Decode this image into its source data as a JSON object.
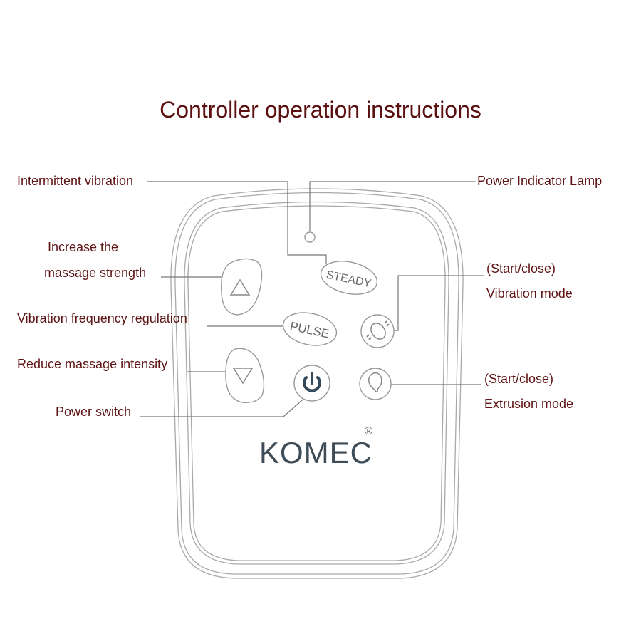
{
  "title": "Controller operation instructions",
  "labels": {
    "intermittent_vibration": "Intermittent vibration",
    "power_indicator_lamp": "Power Indicator Lamp",
    "increase_line1": "Increase the",
    "increase_line2": "massage strength",
    "vibration_frequency": "Vibration frequency regulation",
    "reduce_intensity": "Reduce massage intensity",
    "power_switch": "Power switch",
    "vibration_start_close": "(Start/close)",
    "vibration_mode": "Vibration mode",
    "extrusion_start_close": "(Start/close)",
    "extrusion_mode": "Extrusion mode"
  },
  "controller": {
    "steady_button": "STEADY",
    "pulse_button": "PULSE",
    "brand": "KOMEC",
    "registered_mark": "®"
  },
  "colors": {
    "label": "#5e1414",
    "outline": "#a9a9a9",
    "brand": "#3e4c57"
  }
}
